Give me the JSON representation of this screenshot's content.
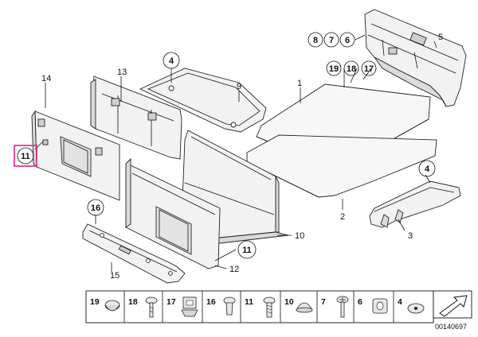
{
  "parts": {
    "p1": "1",
    "p2": "2",
    "p3": "3",
    "p4a": "4",
    "p4b": "4",
    "p5": "5",
    "p6": "6",
    "p7": "7",
    "p8": "8",
    "p9": "9",
    "p10": "10",
    "p11a": "11",
    "p11b": "11",
    "p12": "12",
    "p13": "13",
    "p14": "14",
    "p15": "15",
    "p16": "16",
    "p17": "17",
    "p18": "18",
    "p19": "19"
  },
  "legend": [
    "19",
    "18",
    "17",
    "16",
    "11",
    "10",
    "7",
    "6",
    "4"
  ],
  "reference_number": "00140697",
  "colors": {
    "highlight": "#e0218a",
    "panel_fill": "#f4f4f4",
    "panel_shade": "#d8d8d8"
  }
}
